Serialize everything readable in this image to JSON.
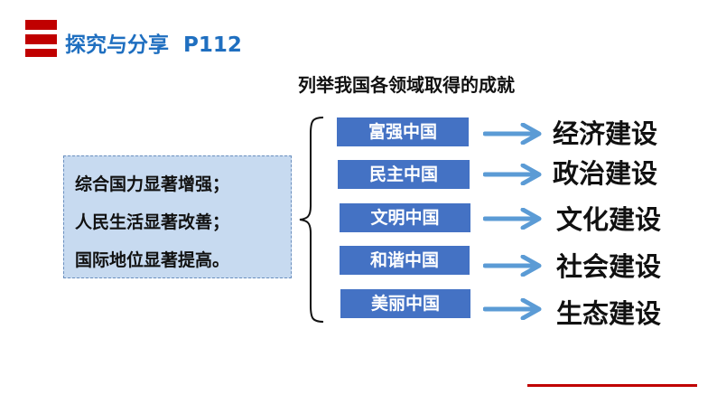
{
  "header": {
    "title": "探究与分享  P112"
  },
  "subtitle": "列举我国各领域取得的成就",
  "summary": [
    "综合国力显著增强；",
    "人民生活显著改善；",
    "国际地位显著提高。"
  ],
  "items": [
    {
      "label": "富强中国",
      "result": "经济建设"
    },
    {
      "label": "民主中国",
      "result": "政治建设"
    },
    {
      "label": "文明中国",
      "result": "文化建设"
    },
    {
      "label": "和谐中国",
      "result": "社会建设"
    },
    {
      "label": "美丽中国",
      "result": "生态建设"
    }
  ],
  "colors": {
    "accent": "#c00000",
    "title": "#1f6fc0",
    "box": "#4472c4",
    "arrow": "#5b9bd5"
  }
}
